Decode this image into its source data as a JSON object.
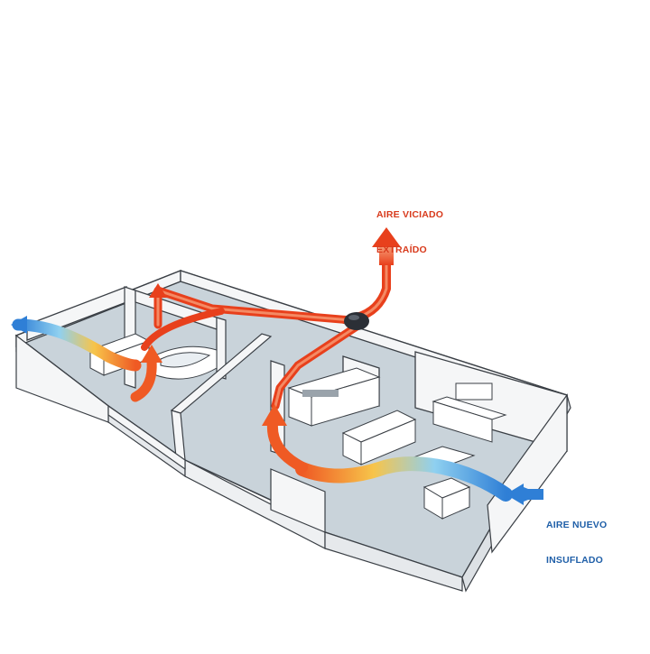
{
  "labels": {
    "extracted_air": {
      "line1": "AIRE VICIADO",
      "line2": "EXTRAÍDO"
    },
    "supply_air": {
      "line1": "AIRE NUEVO",
      "line2": "INSUFLADO"
    }
  },
  "colors": {
    "extract_duct": "#e8401c",
    "extract_label": "#d83a1c",
    "supply_label": "#1f5fa8",
    "supply_fresh": "#2f7fd6",
    "warm_mix": "#f2b437",
    "floor": "#c9d3da",
    "walls": "#f5f6f7",
    "wall_stroke": "#3a3f45",
    "ventilation_unit": "#2b2f36"
  },
  "icons": [
    "ventilation-unit-icon",
    "exhaust-arrow-icon",
    "supply-arrow-icon"
  ]
}
